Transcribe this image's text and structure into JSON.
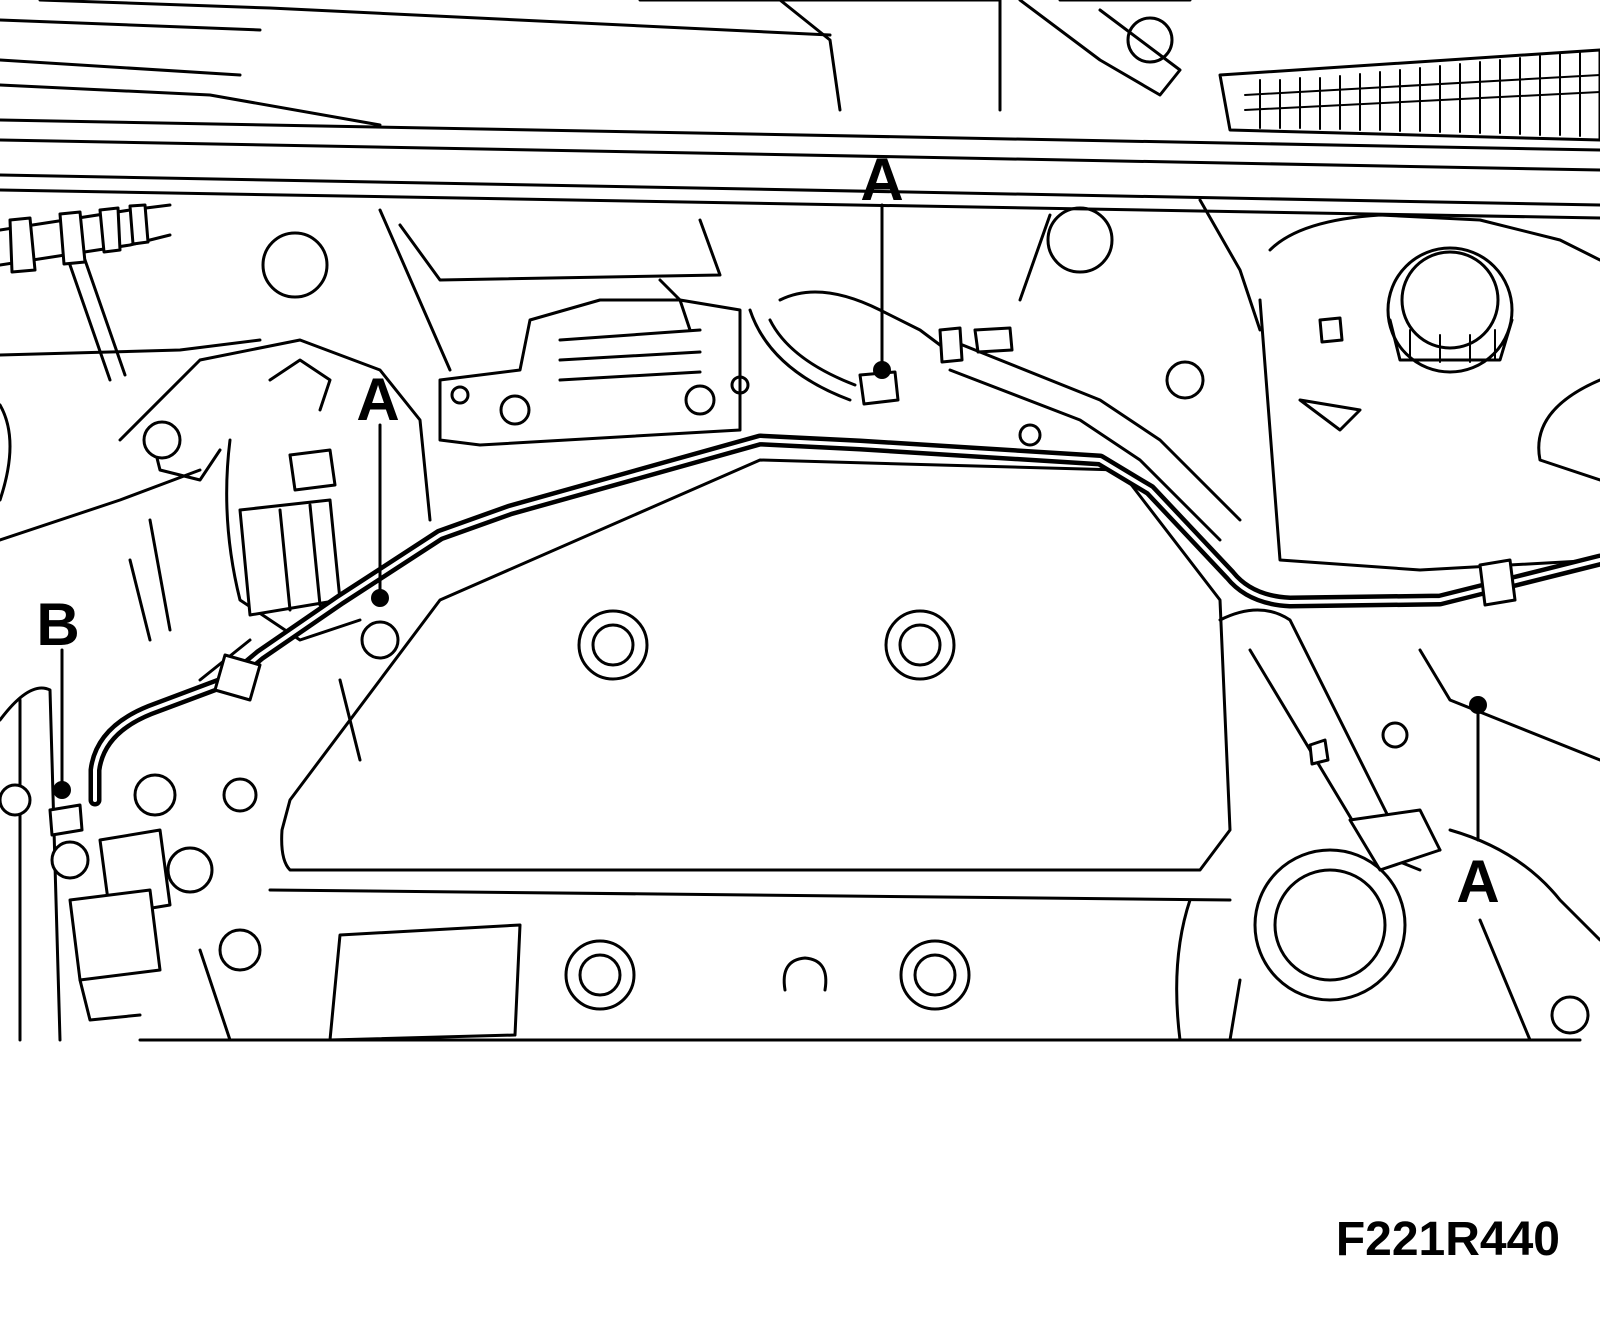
{
  "callouts": {
    "a_top": "A",
    "a_left": "A",
    "a_right": "A",
    "b_left": "B"
  },
  "figure_code": "F221R440",
  "colors": {
    "line": "#000000",
    "background": "#ffffff"
  }
}
